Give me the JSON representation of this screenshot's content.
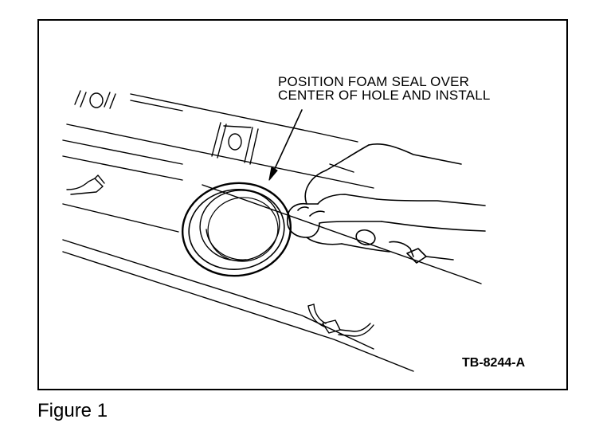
{
  "figure": {
    "callout_line1": "POSITION FOAM SEAL OVER",
    "callout_line2": "CENTER OF HOLE AND INSTALL",
    "reference_code": "TB-8244-A",
    "caption": "Figure 1"
  },
  "colors": {
    "ink": "#000000",
    "paper": "#ffffff"
  }
}
